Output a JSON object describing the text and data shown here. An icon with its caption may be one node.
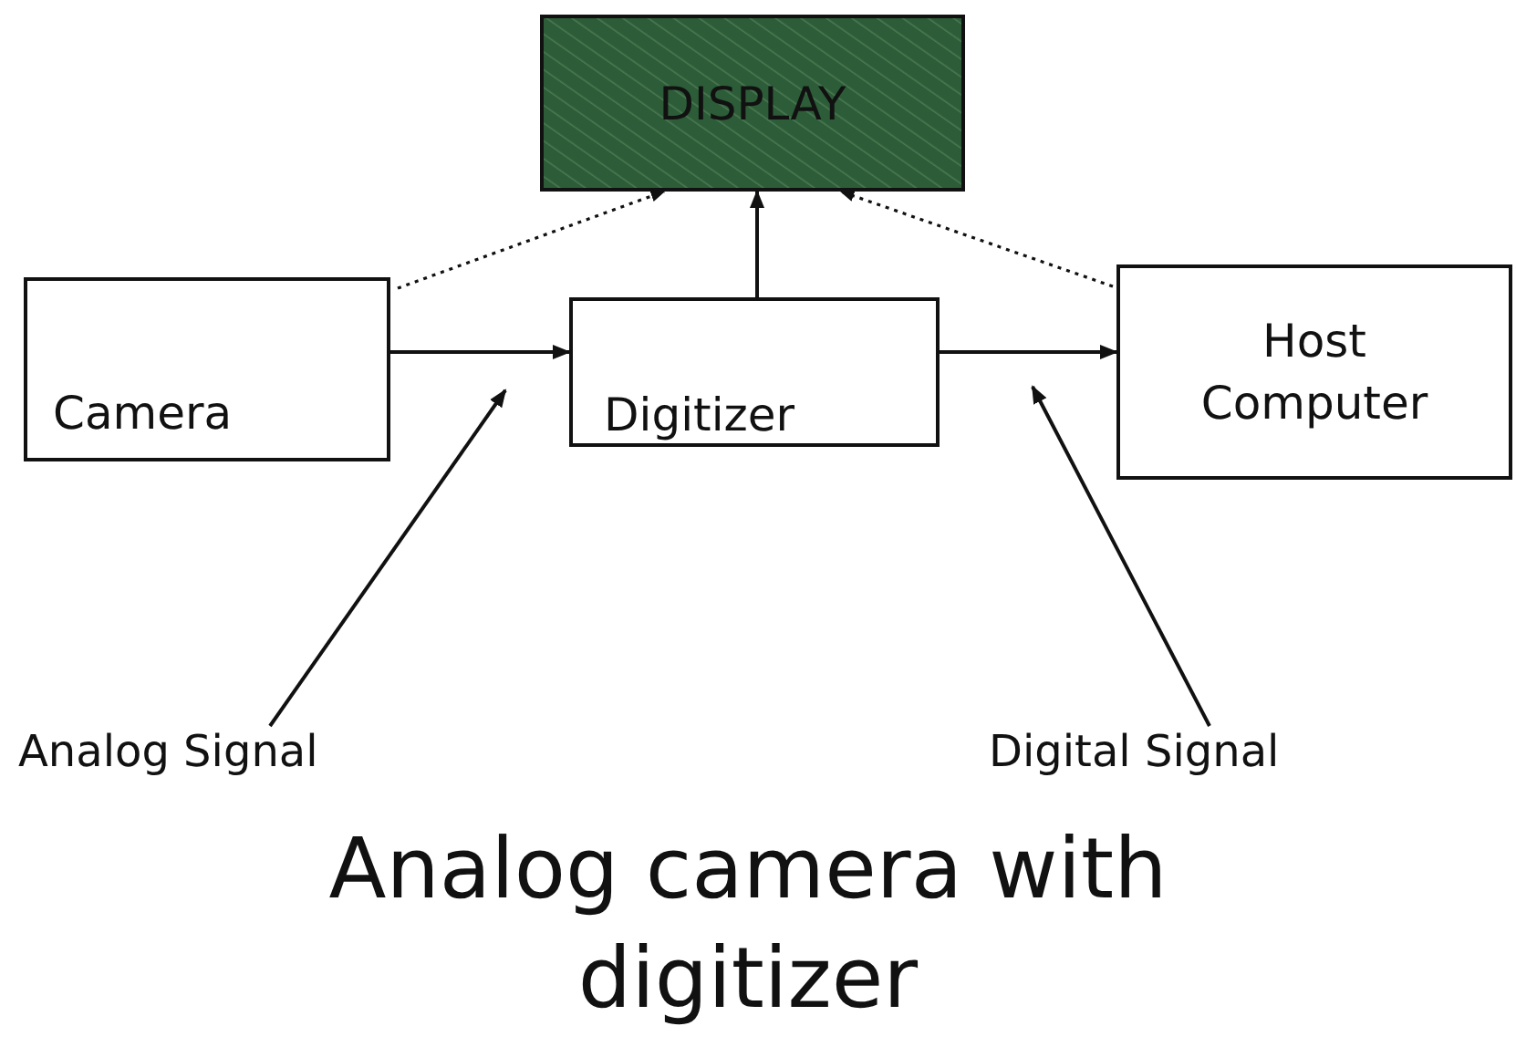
{
  "diagram": {
    "caption": "Analog camera with digitizer",
    "nodes": [
      {
        "text": [
          "DISPLAY"
        ]
      },
      {
        "text": [
          "Camera"
        ]
      },
      {
        "text": [
          "Digitizer"
        ]
      },
      {
        "text": [
          "Host Computer"
        ]
      },
      {
        "text": [
          "Analog Signal"
        ]
      },
      {
        "text": [
          "Digital Signal"
        ]
      }
    ],
    "edges": [
      {
        "from": 1,
        "to": 2,
        "arrow": "to"
      },
      {
        "from": 2,
        "to": 3,
        "arrow": "to"
      },
      {
        "from": 1,
        "to": 0,
        "arrow": "to",
        "style": "dashed"
      },
      {
        "from": 2,
        "to": 0,
        "arrow": "to"
      },
      {
        "from": 3,
        "to": 0,
        "arrow": "to",
        "style": "dashed"
      },
      {
        "from": 4,
        "to": null,
        "arrow": "to"
      },
      {
        "from": 5,
        "to": null,
        "arrow": "to"
      }
    ]
  }
}
